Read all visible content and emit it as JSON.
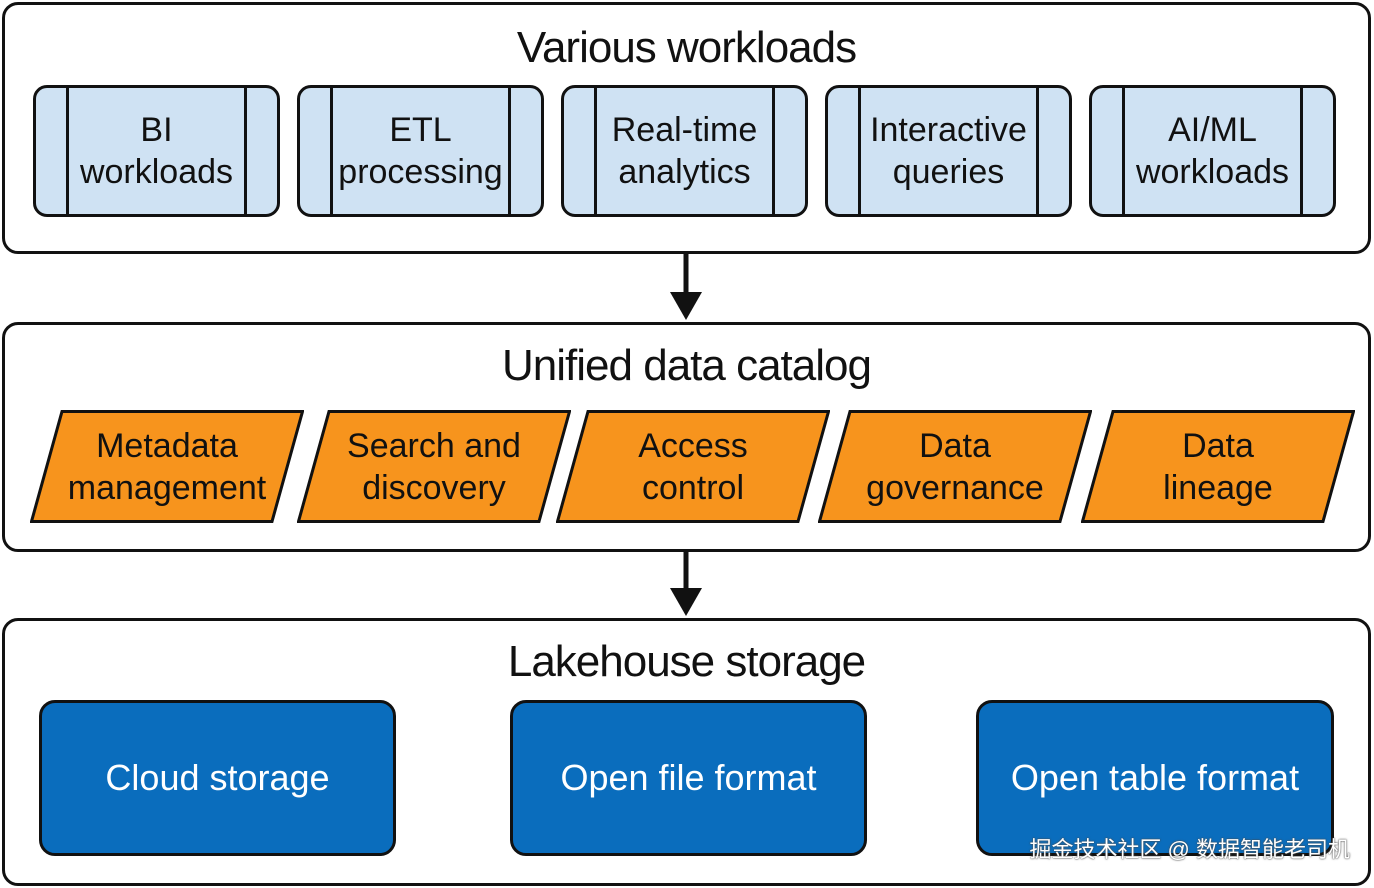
{
  "workloads_layer": {
    "title": "Various workloads",
    "items": [
      {
        "label": "BI\nworkloads"
      },
      {
        "label": "ETL\nprocessing"
      },
      {
        "label": "Real-time\nanalytics"
      },
      {
        "label": "Interactive\nqueries"
      },
      {
        "label": "AI/ML\nworkloads"
      }
    ]
  },
  "catalog_layer": {
    "title": "Unified data catalog",
    "items": [
      {
        "label": "Metadata\nmanagement"
      },
      {
        "label": "Search and\ndiscovery"
      },
      {
        "label": "Access\ncontrol"
      },
      {
        "label": "Data\ngovernance"
      },
      {
        "label": "Data\nlineage"
      }
    ]
  },
  "storage_layer": {
    "title": "Lakehouse storage",
    "items": [
      {
        "label": "Cloud storage"
      },
      {
        "label": "Open file format"
      },
      {
        "label": "Open table format"
      }
    ]
  },
  "watermark": "掘金技术社区 @ 数据智能老司机",
  "colors": {
    "workload_fill": "#cfe2f3",
    "catalog_fill": "#f7941d",
    "storage_fill": "#0a6dbd",
    "outline": "#111111"
  }
}
